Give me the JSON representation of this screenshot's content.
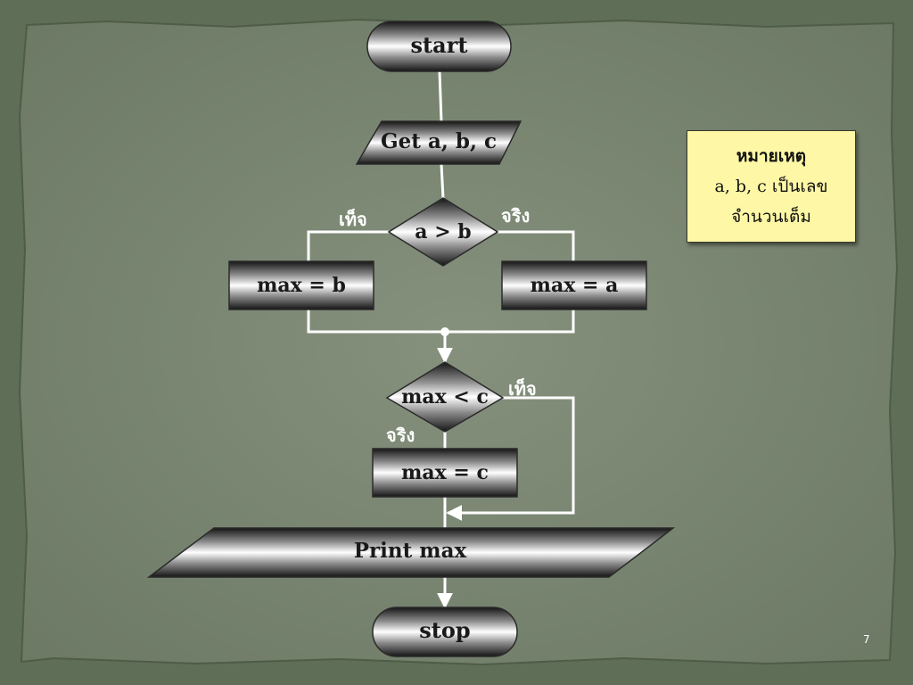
{
  "flowchart": {
    "start": "start",
    "input": "Get  a, b, c",
    "decision1": "a > b",
    "decision1_true": "จริง",
    "decision1_false": "เท็จ",
    "assign_b": "max = b",
    "assign_a": "max = a",
    "decision2": "max < c",
    "decision2_true": "จริง",
    "decision2_false": "เท็จ",
    "assign_c": "max = c",
    "output": "Print  max",
    "stop": "stop"
  },
  "note": {
    "title": "หมายเหตุ",
    "line1": "a, b, c เป็นเลข",
    "line2": "จำนวนเต็ม"
  },
  "page_number": "7",
  "colors": {
    "background": "#5f6e56",
    "board": "#7b8874",
    "connector": "#ffffff",
    "note_fill": "#fdf7a6"
  }
}
